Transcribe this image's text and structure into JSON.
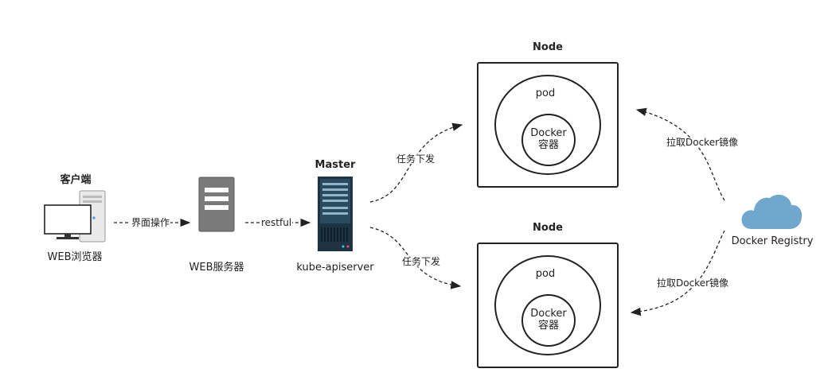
{
  "client": {
    "group_label": "客户端",
    "name": "WEB浏览器"
  },
  "web_server": {
    "name": "WEB服务器"
  },
  "master": {
    "title": "Master",
    "name": "kube-apiserver"
  },
  "nodes": [
    {
      "title": "Node",
      "pod_label": "pod",
      "container_line1": "Docker",
      "container_line2": "容器"
    },
    {
      "title": "Node",
      "pod_label": "pod",
      "container_line1": "Docker",
      "container_line2": "容器"
    }
  ],
  "registry": {
    "name": "Docker Registry"
  },
  "edges": {
    "client_to_web": "界面操作",
    "web_to_master": "restful",
    "master_to_node_top": "任务下发",
    "master_to_node_bottom": "任务下发",
    "node_top_pull": "拉取Docker镜像",
    "node_bottom_pull": "拉取Docker镜像"
  },
  "colors": {
    "stroke": "#222222",
    "server_gray": "#7a7a7a",
    "master_dark": "#1e3344",
    "cloud": "#6fa8cc"
  }
}
